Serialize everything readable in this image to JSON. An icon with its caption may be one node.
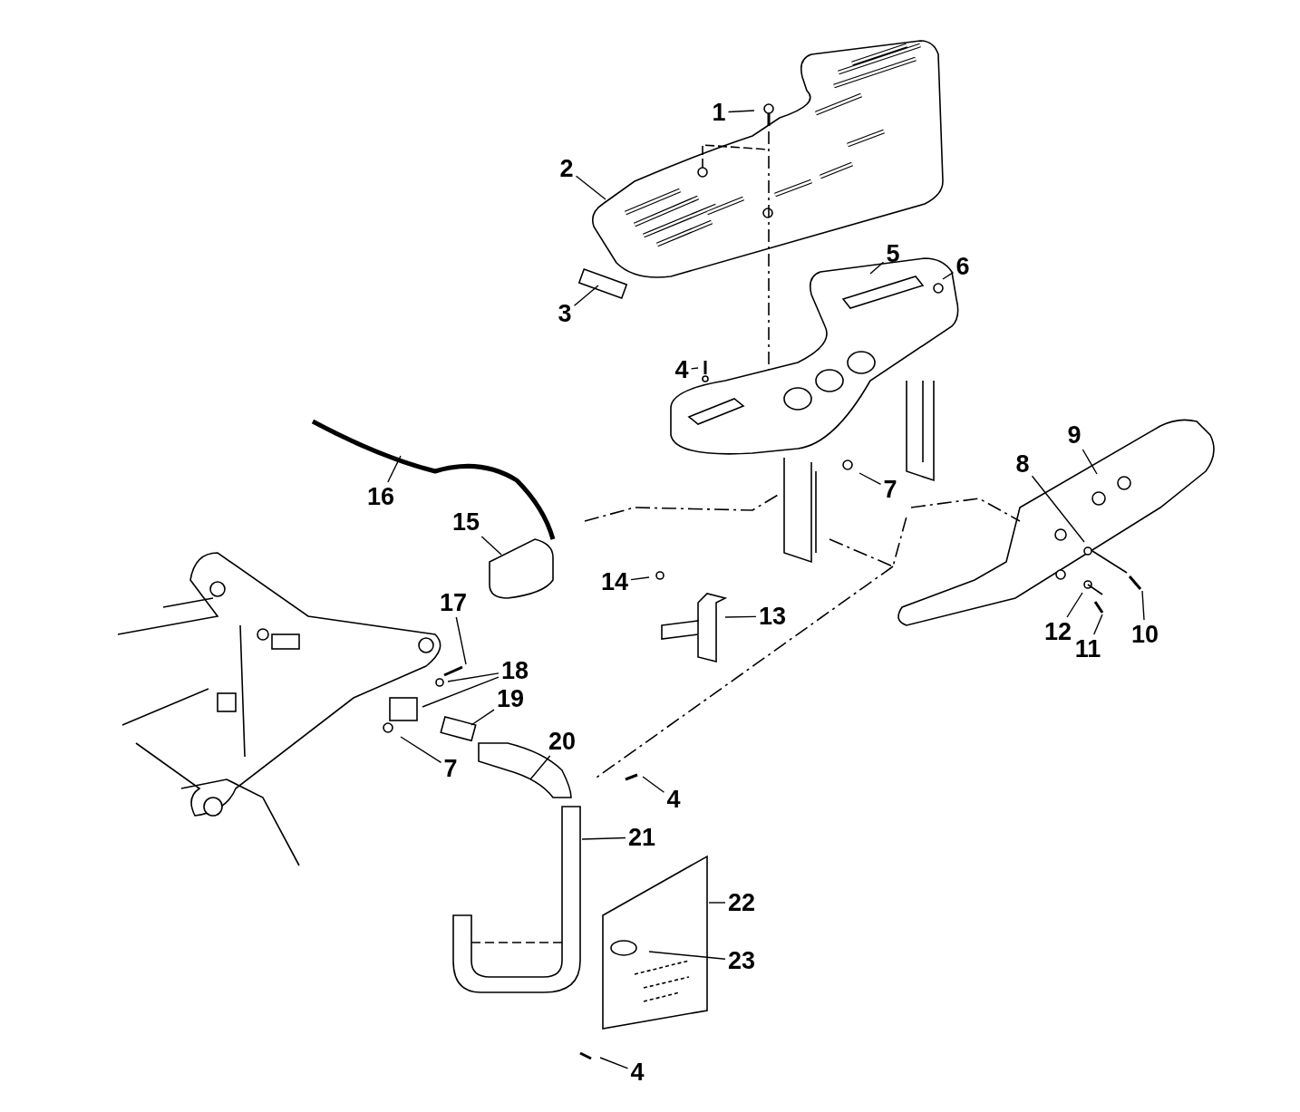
{
  "diagram": {
    "nodes": [
      {
        "text": [
          "1"
        ]
      },
      {
        "text": [
          "2"
        ]
      },
      {
        "text": [
          "3"
        ]
      },
      {
        "text": [
          "4"
        ]
      },
      {
        "text": [
          "5"
        ]
      },
      {
        "text": [
          "6"
        ]
      },
      {
        "text": [
          "7"
        ]
      },
      {
        "text": [
          "8"
        ]
      },
      {
        "text": [
          "9"
        ]
      },
      {
        "text": [
          "10"
        ]
      },
      {
        "text": [
          "11"
        ]
      },
      {
        "text": [
          "12"
        ]
      },
      {
        "text": [
          "13"
        ]
      },
      {
        "text": [
          "14"
        ]
      },
      {
        "text": [
          "15"
        ]
      },
      {
        "text": [
          "16"
        ]
      },
      {
        "text": [
          "17"
        ]
      },
      {
        "text": [
          "18"
        ]
      },
      {
        "text": [
          "19"
        ]
      },
      {
        "text": [
          "20"
        ]
      },
      {
        "text": [
          "7"
        ]
      },
      {
        "text": [
          "4"
        ]
      },
      {
        "text": [
          "21"
        ]
      },
      {
        "text": [
          "22"
        ]
      },
      {
        "text": [
          "23"
        ]
      },
      {
        "text": [
          "4"
        ]
      }
    ],
    "edges": [
      {
        "from": 0,
        "to": null,
        "arrow": "none"
      },
      {
        "from": 1,
        "to": null,
        "arrow": "none"
      },
      {
        "from": 2,
        "to": null,
        "arrow": "none"
      },
      {
        "from": 3,
        "to": null,
        "arrow": "none"
      },
      {
        "from": 4,
        "to": null,
        "arrow": "none"
      },
      {
        "from": 5,
        "to": null,
        "arrow": "none"
      },
      {
        "from": 6,
        "to": null,
        "arrow": "none"
      },
      {
        "from": 7,
        "to": null,
        "arrow": "none"
      },
      {
        "from": 8,
        "to": null,
        "arrow": "none"
      },
      {
        "from": 9,
        "to": null,
        "arrow": "none"
      },
      {
        "from": 10,
        "to": null,
        "arrow": "none"
      },
      {
        "from": 11,
        "to": null,
        "arrow": "none"
      },
      {
        "from": 12,
        "to": null,
        "arrow": "none"
      },
      {
        "from": 13,
        "to": null,
        "arrow": "none"
      },
      {
        "from": 14,
        "to": null,
        "arrow": "none"
      },
      {
        "from": 15,
        "to": null,
        "arrow": "none"
      },
      {
        "from": 16,
        "to": null,
        "arrow": "none"
      },
      {
        "from": 17,
        "to": null,
        "arrow": "none"
      },
      {
        "from": 17,
        "to": null,
        "arrow": "none"
      },
      {
        "from": 18,
        "to": null,
        "arrow": "none"
      },
      {
        "from": 19,
        "to": null,
        "arrow": "none"
      },
      {
        "from": 20,
        "to": null,
        "arrow": "none"
      },
      {
        "from": 21,
        "to": null,
        "arrow": "none"
      },
      {
        "from": 22,
        "to": null,
        "arrow": "none"
      },
      {
        "from": 23,
        "to": null,
        "arrow": "none"
      },
      {
        "from": 24,
        "to": null,
        "arrow": "none"
      },
      {
        "from": 25,
        "to": null,
        "arrow": "none"
      }
    ]
  }
}
